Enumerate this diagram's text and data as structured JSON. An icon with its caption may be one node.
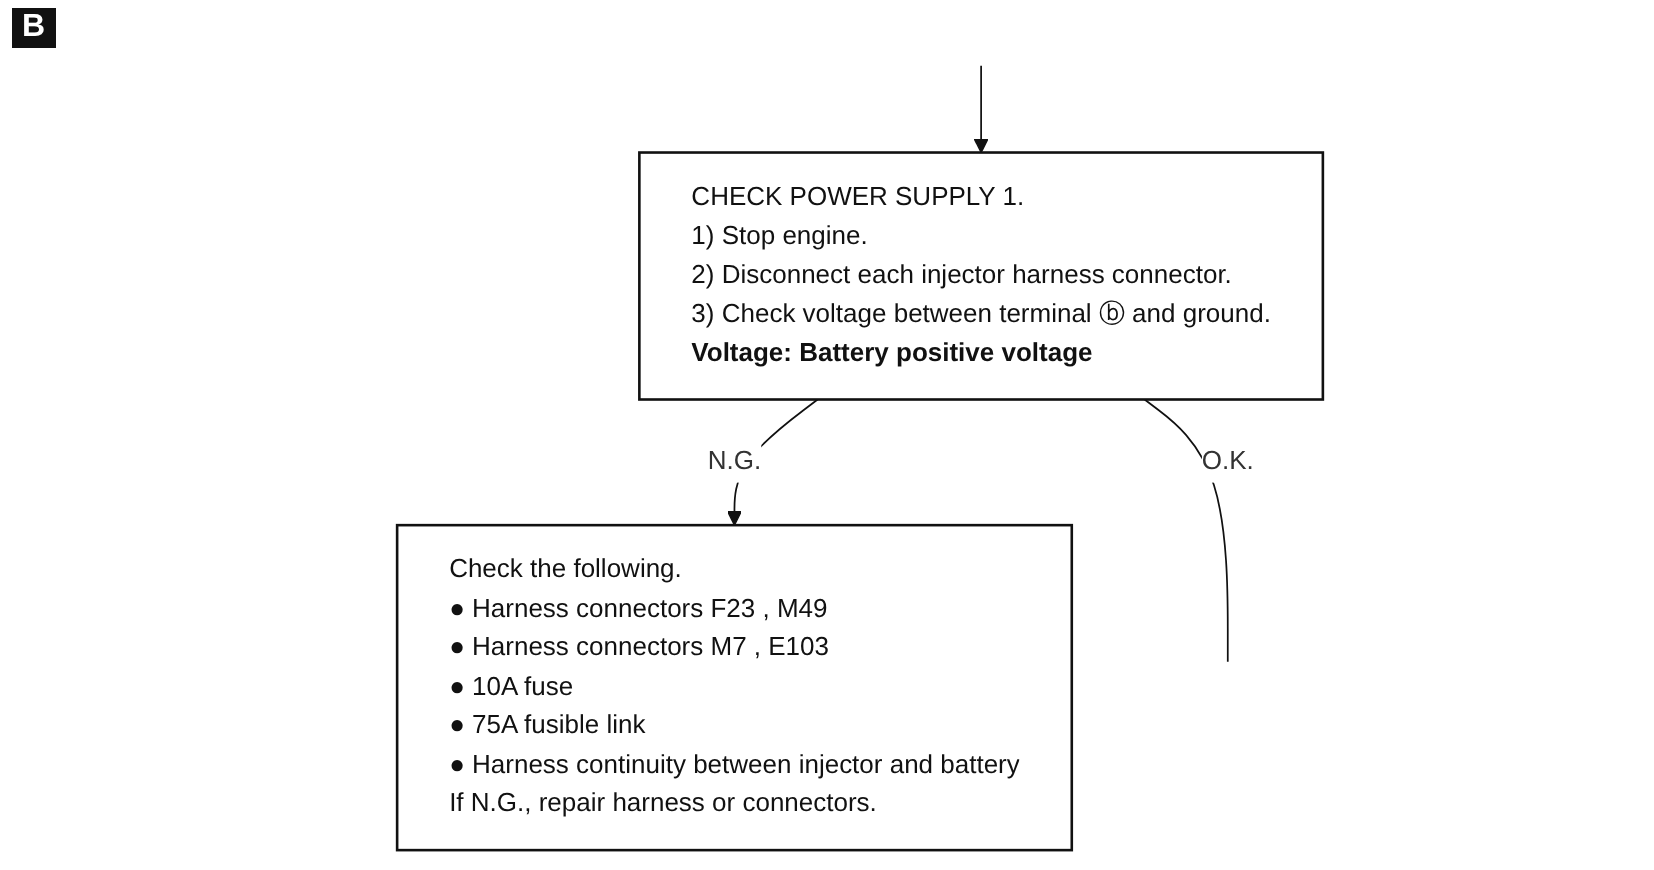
{
  "diagram": {
    "nodes": [
      {
        "text": [
          "CHECK POWER SUPPLY 1.",
          "1) Stop engine.",
          "2) Disconnect each injector harness connector.",
          "3) Check voltage between terminal ⓑ and ground.",
          "Voltage: Battery positive voltage"
        ]
      },
      {
        "text": [
          "Check the following.",
          "● Harness connectors F23 , M49",
          "● Harness connectors M7 , E103",
          "● 10A fuse",
          "● 75A fusible link",
          "● Harness continuity between injector and battery",
          "If N.G., repair harness or connectors."
        ]
      }
    ],
    "edges": [
      {
        "from": null,
        "to": 0,
        "arrow": "to"
      },
      {
        "from": 0,
        "to": 1,
        "label": "N.G.",
        "arrow": "to"
      },
      {
        "from": 0,
        "to": null,
        "label": "O.K.",
        "arrow": "none"
      }
    ],
    "labels": [
      "B"
    ]
  }
}
